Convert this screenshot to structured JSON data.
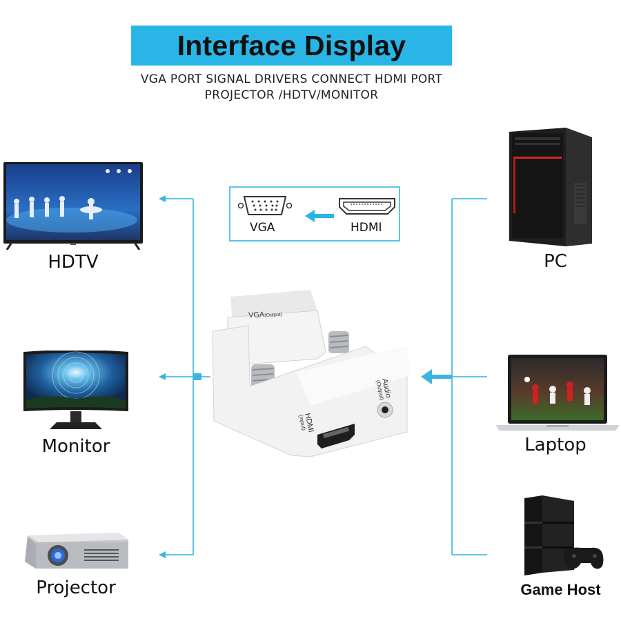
{
  "header": {
    "title": "Interface Display",
    "subtitle_line1": "VGA PORT SIGNAL DRIVERS CONNECT HDMI PORT",
    "subtitle_line2": "PROJECTOR /HDTV/MONITOR"
  },
  "outputs": [
    {
      "label": "HDTV",
      "icon": "hdtv-icon"
    },
    {
      "label": "Monitor",
      "icon": "monitor-icon"
    },
    {
      "label": "Projector",
      "icon": "projector-icon"
    }
  ],
  "inputs": [
    {
      "label": "PC",
      "icon": "pc-tower-icon"
    },
    {
      "label": "Laptop",
      "icon": "laptop-icon"
    },
    {
      "label": "Game Host",
      "icon": "game-console-icon"
    }
  ],
  "connector_diagram": {
    "vga_label": "VGA",
    "hdmi_label": "HDMI"
  },
  "adapter": {
    "vga_port": "VGA",
    "vga_port_note": "(Output)",
    "hdmi_port": "HDMI",
    "hdmi_port_note": "(Input)",
    "audio_port": "Audio",
    "audio_port_note": "(Output)"
  },
  "colors": {
    "accent": "#29b6e6",
    "line": "#5ec3e6"
  }
}
